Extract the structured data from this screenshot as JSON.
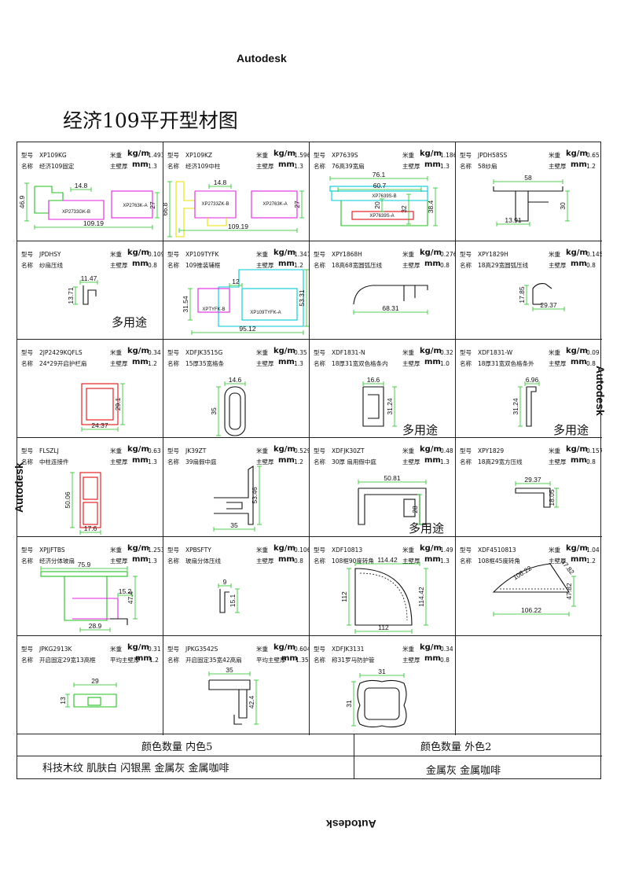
{
  "watermark": "Autodesk",
  "title": "经济109平开型材图",
  "labels": {
    "model": "型号",
    "name": "名称",
    "weight": "米重",
    "wall": "主壁厚"
  },
  "cells": [
    {
      "model": "XP109KG",
      "name": "经济109固定",
      "weight": "1.493",
      "wall": "1.3",
      "dims": [
        "46.9",
        "14.8",
        "109.19",
        "27"
      ],
      "parts": [
        "XP2733GK-B",
        "XP2763K-A"
      ]
    },
    {
      "model": "XP109KZ",
      "name": "经济109中柱",
      "weight": "1.596",
      "wall": "1.3",
      "dims": [
        "66.8",
        "14.8",
        "109.19",
        "27"
      ],
      "parts": [
        "XP2733ZK-B",
        "XP2763K-A"
      ]
    },
    {
      "model": "XP7639S",
      "name": "76高39宽扇",
      "weight": "1.186",
      "wall": "1.3",
      "dims": [
        "76.1",
        "60.7",
        "20",
        "32",
        "38.4"
      ],
      "parts": [
        "XP7639S-B",
        "XP7639S-A"
      ]
    },
    {
      "model": "JPDH58SS",
      "name": "58纱扇",
      "weight": "0.65",
      "wall": "1.2",
      "dims": [
        "58",
        "30",
        "13.91"
      ]
    },
    {
      "model": "JPDHSY",
      "name": "纱扇压线",
      "weight": "0.109",
      "wall": "0.8",
      "dims": [
        "11.47",
        "13.71"
      ]
    },
    {
      "model": "XP109TYFK",
      "name": "109推装辅框",
      "weight": "1.341",
      "wall": "1.2",
      "dims": [
        "31.54",
        "12",
        "53.31",
        "95.12"
      ],
      "parts": [
        "XPTYFK-B",
        "XP109TYFK-A"
      ]
    },
    {
      "model": "XPY1868H",
      "name": "18高68宽圆弧压线",
      "weight": "0.276",
      "wall": "0.8",
      "dims": [
        "68.31"
      ]
    },
    {
      "model": "XPY1829H",
      "name": "18高29宽圆弧压线",
      "weight": "0.145",
      "wall": "0.8",
      "dims": [
        "17.85",
        "29.37"
      ]
    },
    {
      "model": "2JP2429KQFLS",
      "name": "24*29开启护栏扇",
      "weight": "0.34",
      "wall": "1.2",
      "dims": [
        "29.1",
        "24.37"
      ]
    },
    {
      "model": "XDFJK3515G",
      "name": "15厚35宽格条",
      "weight": "0.35",
      "wall": "1.3",
      "dims": [
        "14.6",
        "35"
      ]
    },
    {
      "model": "XDF1831-N",
      "name": "18厚31宽双色格条内",
      "weight": "0.32",
      "wall": "1.0",
      "dims": [
        "16.6",
        "31.24"
      ]
    },
    {
      "model": "XDF1831-W",
      "name": "18厚31宽双色格条外",
      "weight": "0.09",
      "wall": "0.8",
      "dims": [
        "6.96",
        "31.24"
      ]
    },
    {
      "model": "FLSZLJ",
      "name": "中柱连接件",
      "weight": "0.63",
      "wall": "1.3",
      "dims": [
        "50.06",
        "17.6"
      ]
    },
    {
      "model": "JK39ZT",
      "name": "39扇假中庭",
      "weight": "0.529",
      "wall": "1.2",
      "dims": [
        "53.46",
        "35"
      ]
    },
    {
      "model": "XDFJK30ZT",
      "name": "30厚 扇用假中庭",
      "weight": "0.48",
      "wall": "1.3",
      "dims": [
        "50.81",
        "28"
      ]
    },
    {
      "model": "XPY1829",
      "name": "18高29宽方压线",
      "weight": "0.157",
      "wall": "0.8",
      "dims": [
        "29.37",
        "18.05"
      ]
    },
    {
      "model": "XPJJFTBS",
      "name": "经济分体玻扇",
      "weight": "1.253",
      "wall": "1.3",
      "dims": [
        "75.9",
        "15.2",
        "47.4",
        "28.9"
      ]
    },
    {
      "model": "XPBSFTY",
      "name": "玻扇分体压线",
      "weight": "0.106",
      "wall": "0.8",
      "dims": [
        "9",
        "15.1"
      ]
    },
    {
      "model": "XDF10813",
      "name": "108框90度转角",
      "weight": "1.49",
      "wall": "1.3",
      "dims": [
        "114.42",
        "112",
        "114.42",
        "112"
      ]
    },
    {
      "model": "XDF4510813",
      "name": "108框45度转角",
      "weight": "1.04",
      "wall": "1.2",
      "dims": [
        "106.22",
        "47.82",
        "47.82",
        "106.22"
      ]
    },
    {
      "model": "JPKG2913K",
      "name": "开启固定29宽13高框",
      "weight": "0.31",
      "wall": "1.2",
      "wall_label": "平均主壁厚",
      "dims": [
        "29",
        "13"
      ]
    },
    {
      "model": "JPKG3542S",
      "name": "开启固定35宽42高扇",
      "weight": "0.604",
      "wall": "1.35",
      "wall_label": "平均主壁厚",
      "dims": [
        "35",
        "42.4"
      ]
    },
    {
      "model": "XDFJK3131",
      "name": "称31罗马防护管",
      "weight": "0.34",
      "wall": "0.8",
      "dims": [
        "31",
        "31"
      ]
    }
  ],
  "multi_use": "多用途",
  "footer": {
    "inner_count": "颜色数量  内色5",
    "outer_count": "颜色数量  外色2",
    "inner_colors": "科技木纹  肌肤白  闪银黑  金属灰  金属咖啡",
    "outer_colors": "金属灰  金属咖啡"
  },
  "colors": {
    "magenta": "#e020e0",
    "yellow": "#e8e000",
    "cyan": "#00c8d8",
    "red": "#e01010",
    "green": "#20c020",
    "black": "#111111"
  }
}
